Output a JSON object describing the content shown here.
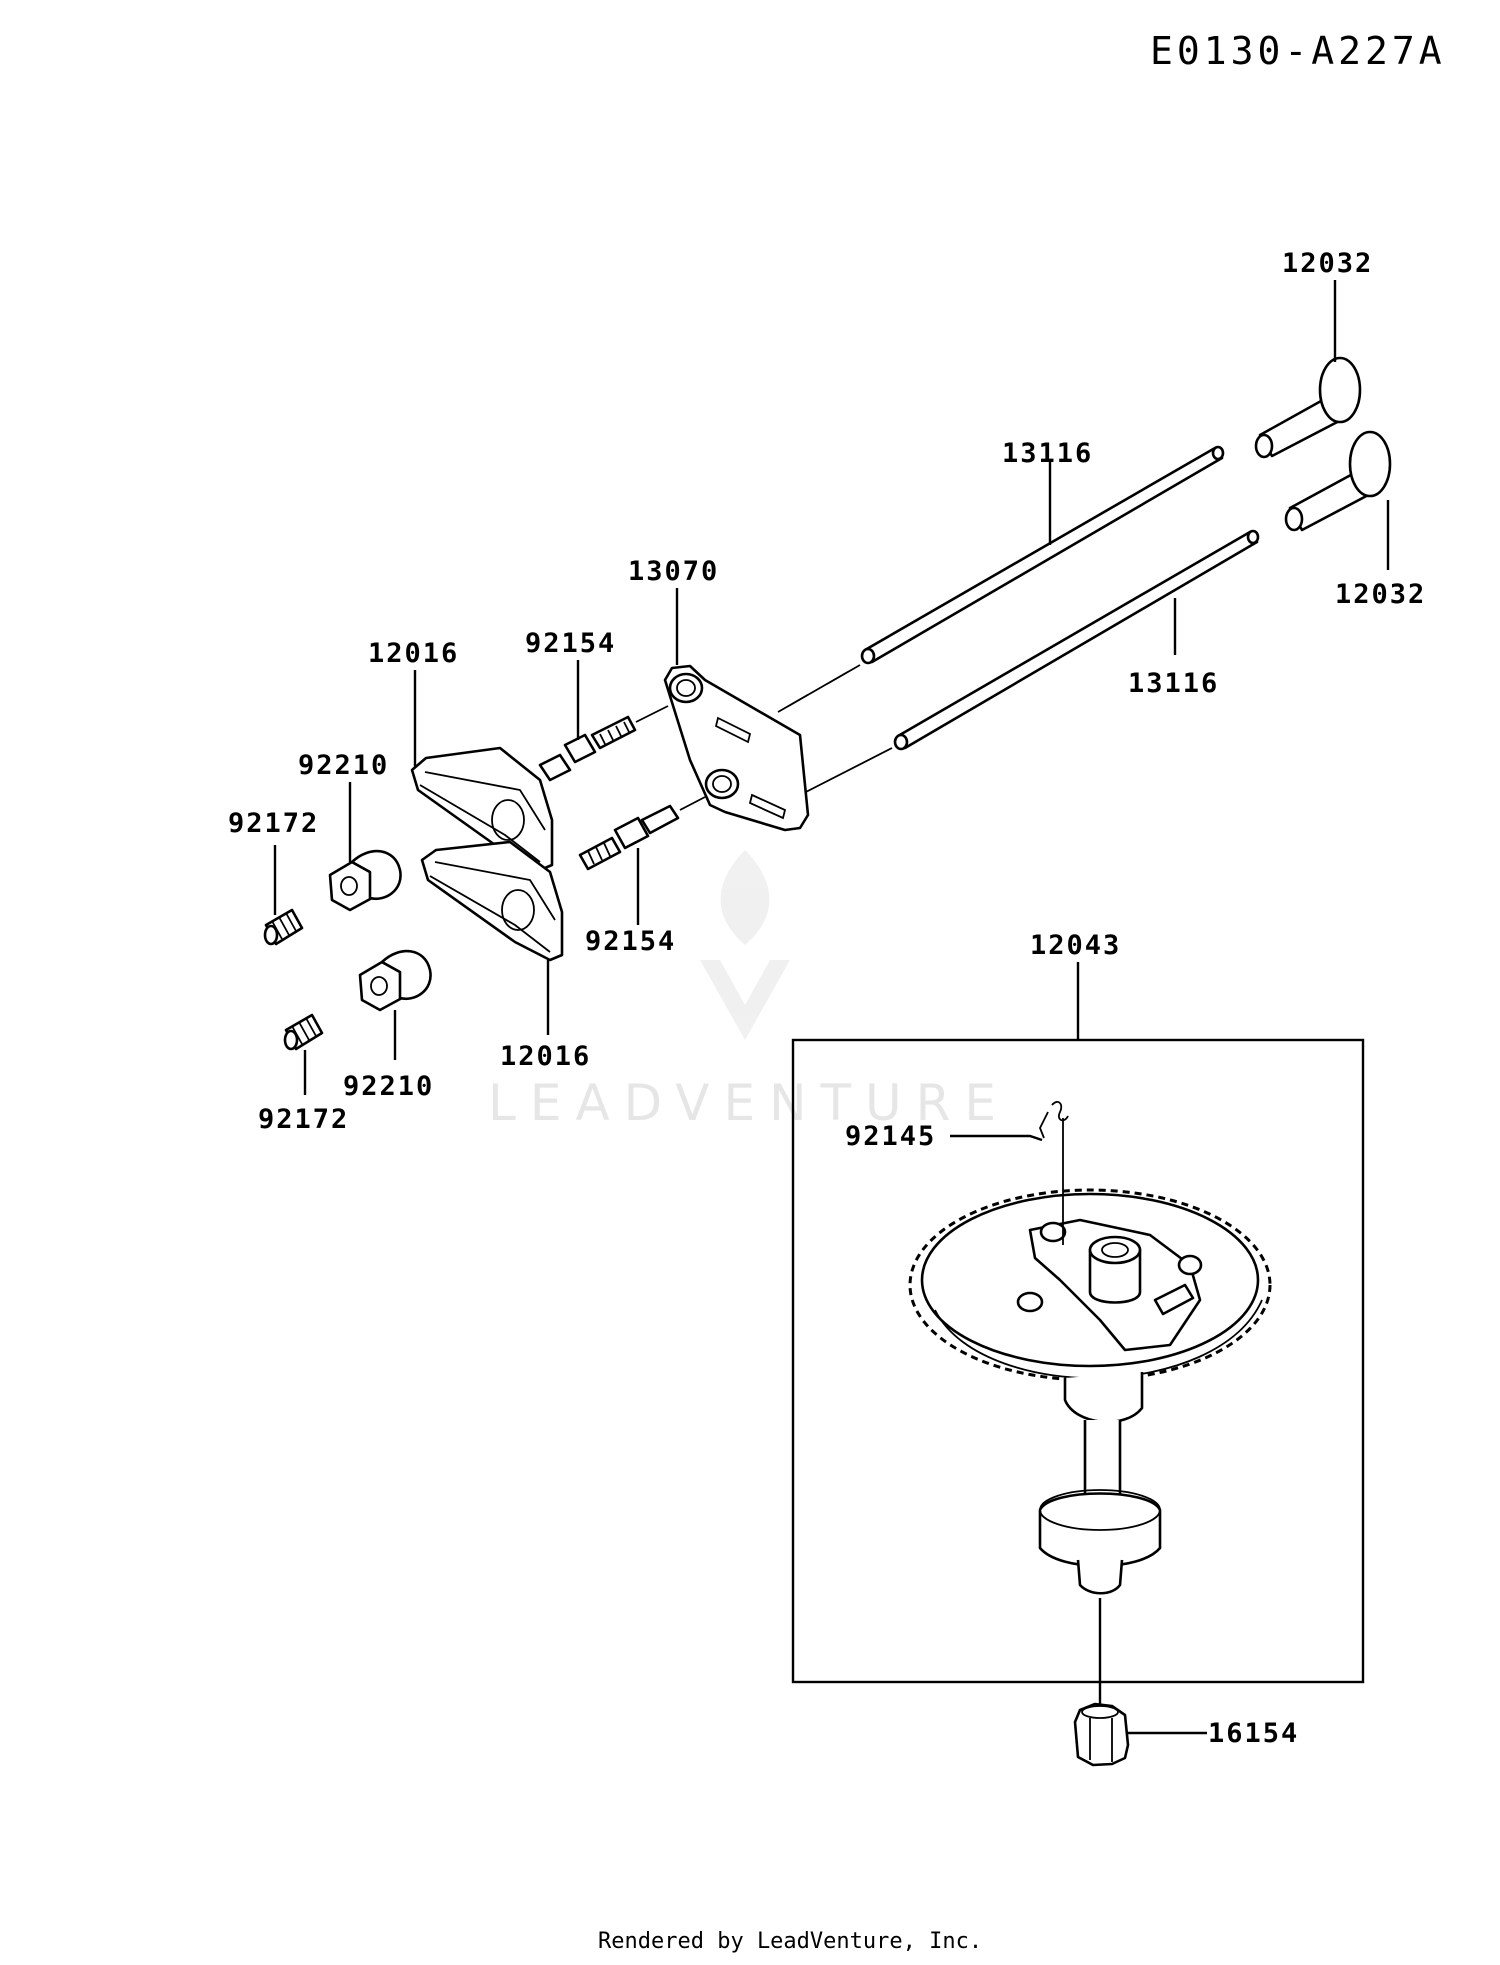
{
  "diagram_code": "E0130-A227A",
  "footer": "Rendered by LeadVenture, Inc.",
  "watermark": "LEADVENTURE",
  "labels": {
    "pushrod_guide_top": "12032",
    "pushrod_guide_bottom": "12032",
    "push_rod_top": "13116",
    "push_rod_bottom": "13116",
    "rocker_plate": "13070",
    "rocker_arm_top": "12016",
    "rocker_arm_bottom": "12016",
    "stud_top": "92154",
    "stud_bottom": "92154",
    "pivot_nut_top": "92210",
    "pivot_nut_bottom": "92210",
    "set_screw_top": "92172",
    "set_screw_bottom": "92172",
    "camshaft_assembly": "12043",
    "spring": "92145",
    "plug": "16154"
  }
}
